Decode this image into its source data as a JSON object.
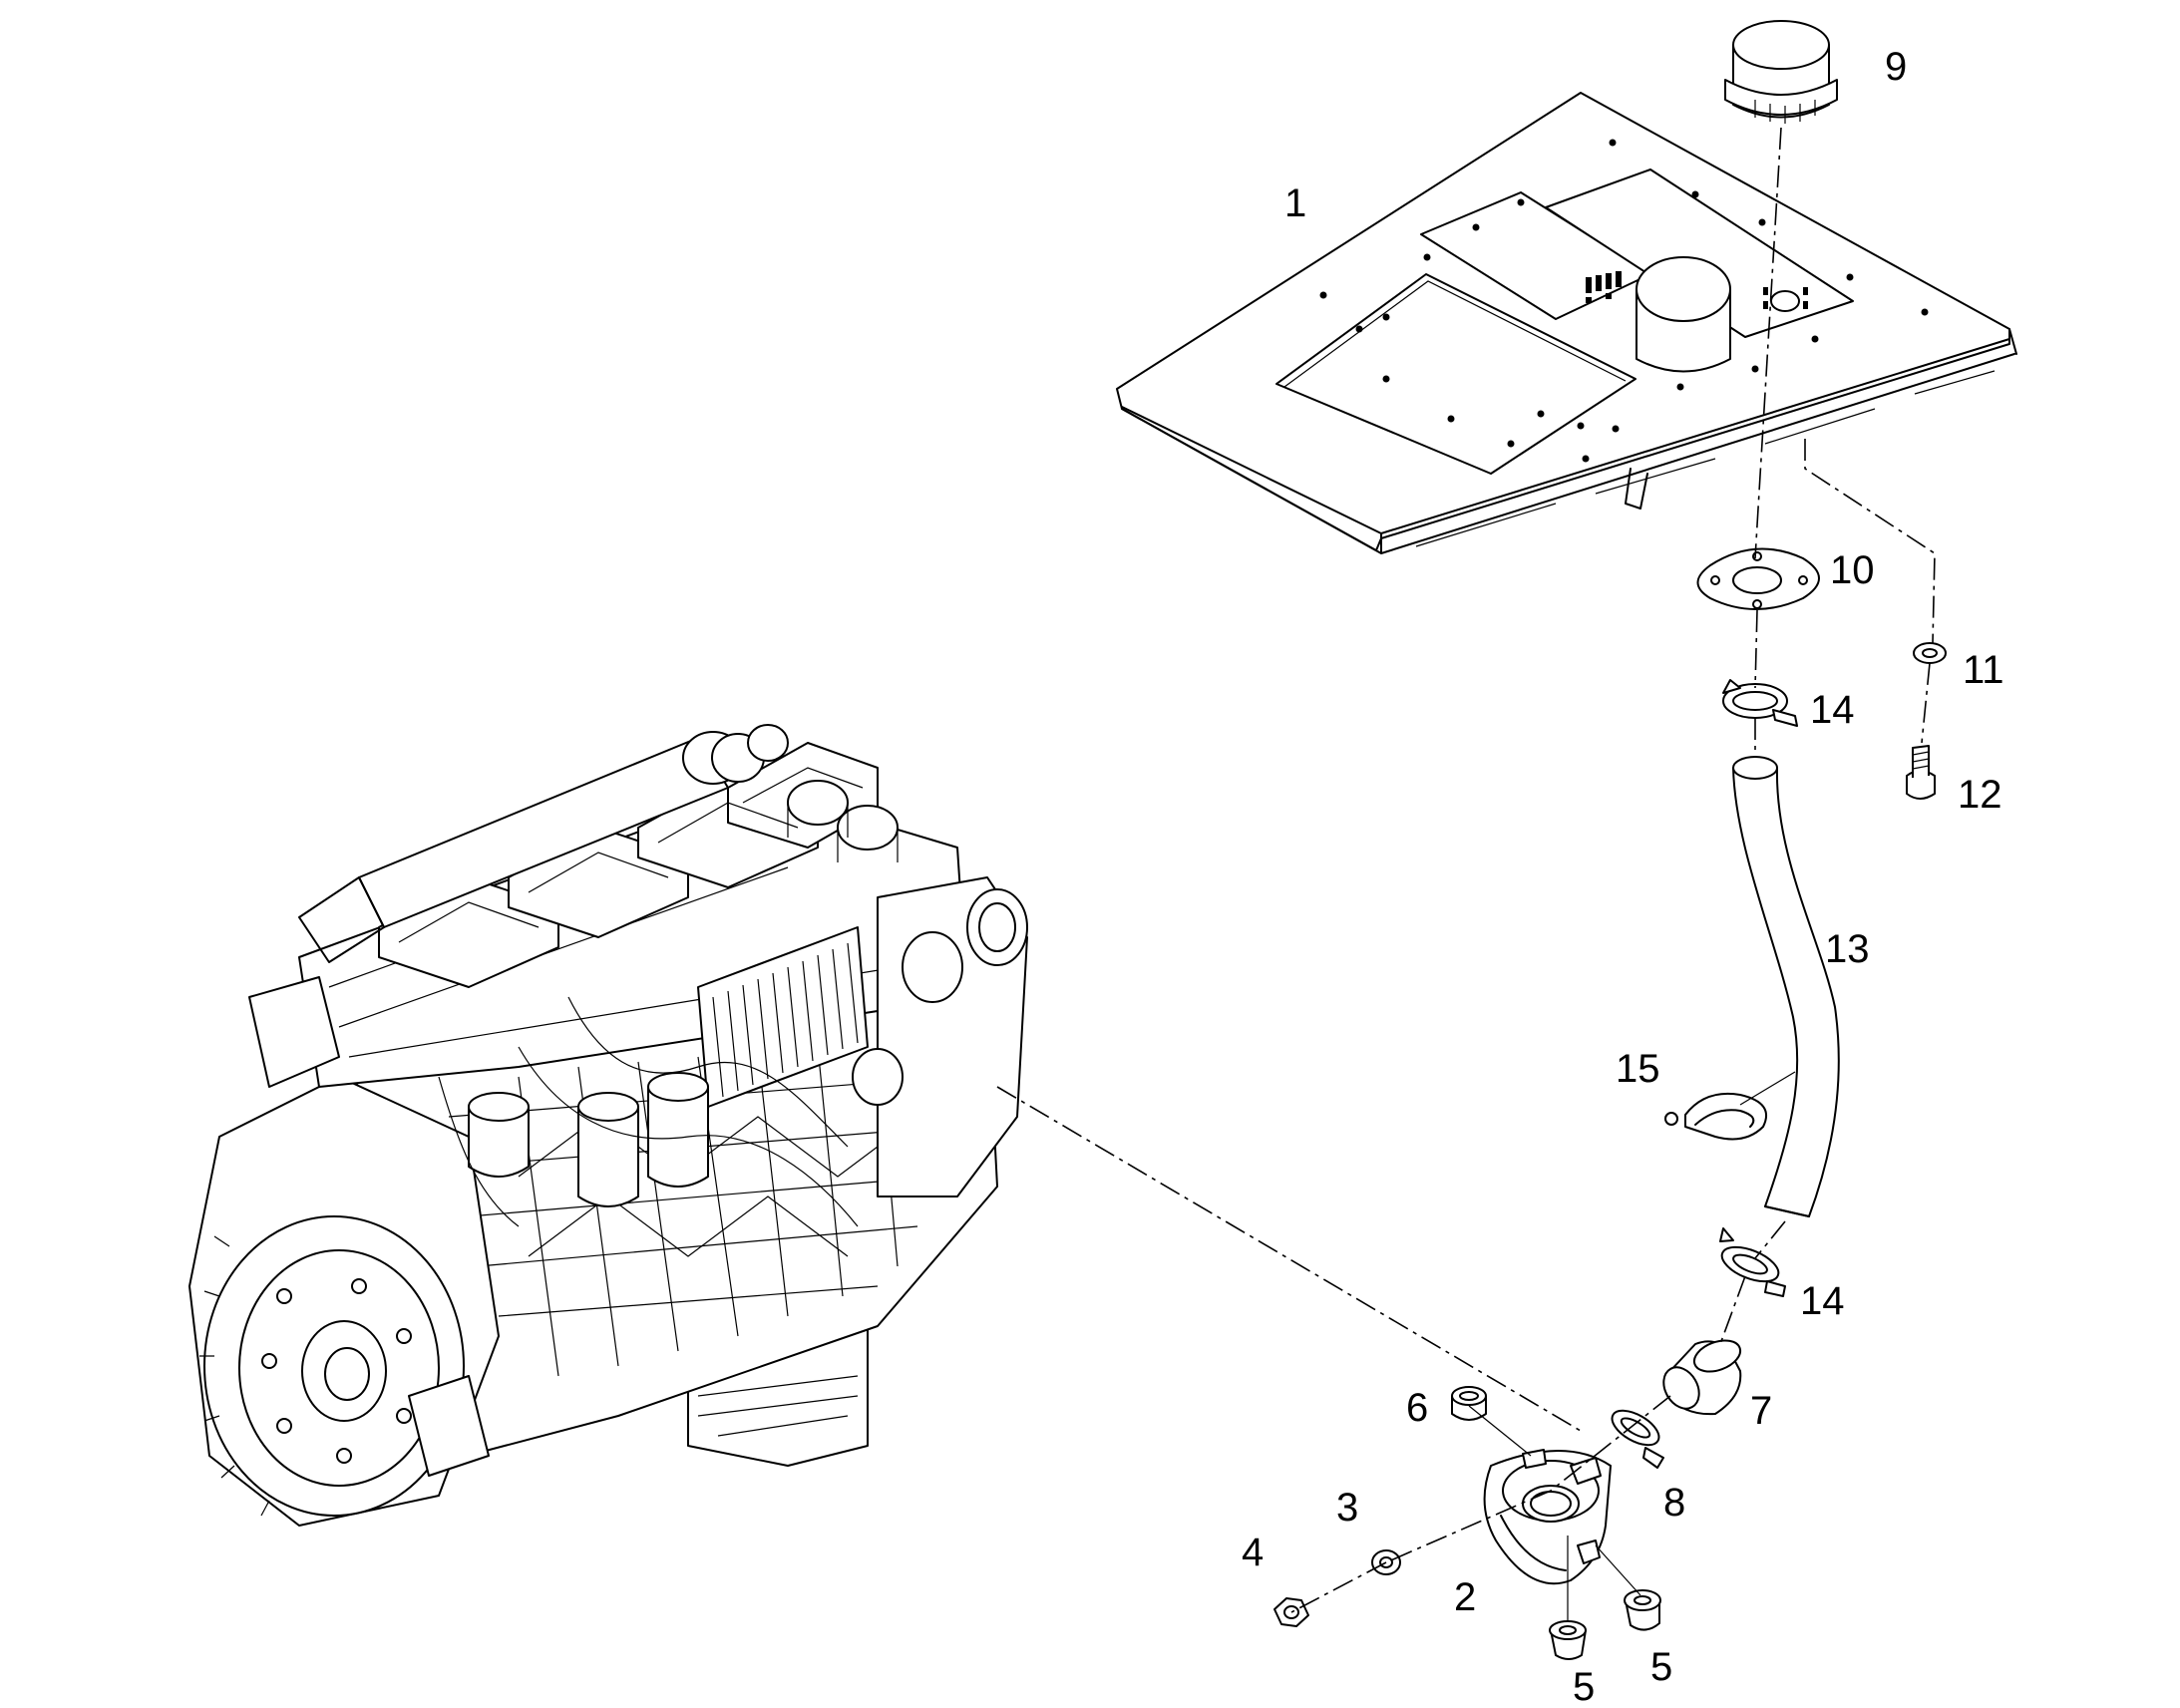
{
  "callouts": {
    "c1": "1",
    "c2": "2",
    "c3": "3",
    "c4": "4",
    "c5a": "5",
    "c5b": "5",
    "c6": "6",
    "c7": "7",
    "c8": "8",
    "c9": "9",
    "c10": "10",
    "c11": "11",
    "c12": "12",
    "c13": "13",
    "c14a": "14",
    "c14b": "14",
    "c15": "15"
  }
}
